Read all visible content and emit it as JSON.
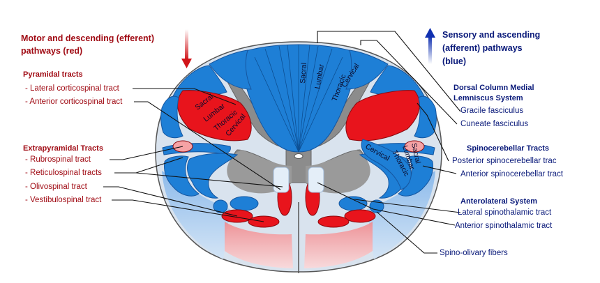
{
  "motor": {
    "title_line1": "Motor and descending (efferent)",
    "title_line2": "pathways   (red)",
    "pyramidal": {
      "heading": "Pyramidal tracts",
      "items": [
        "- Lateral corticospinal tract",
        "- Anterior corticospinal tract"
      ]
    },
    "extrapyramidal": {
      "heading": "Extrapyramidal Tracts",
      "items": [
        "- Rubrospinal tract",
        "- Reticulospinal tracts",
        "- Olivospinal tract",
        "- Vestibulospinal tract"
      ]
    }
  },
  "sensory": {
    "title_line1": "Sensory and ascending",
    "title_line2": "(afferent) pathways",
    "title_line3": "(blue)",
    "dorsal": {
      "heading_line1": "Dorsal Column Medial",
      "heading_line2": "Lemniscus System",
      "items": [
        "Gracile fasciculus",
        "Cuneate fasciculus"
      ]
    },
    "spinocerebellar": {
      "heading": "Spinocerebellar Tracts",
      "items": [
        "Posterior spinocerebellar trac",
        "Anterior spinocerebellar tract"
      ]
    },
    "anterolateral": {
      "heading": "Anterolateral System",
      "items": [
        "Lateral spinothalamic tract",
        "Anterior spinothalamic tract"
      ]
    },
    "spino_olivary": "Spino-olivary fibers"
  },
  "segments": {
    "dorsal": [
      "Sacral",
      "Lumbar",
      "Thoracic",
      "Cervical"
    ],
    "corticospinal": [
      "Sacral",
      "Lumbar",
      "Thoracic",
      "Cervical"
    ],
    "spinothalamic": [
      "Cervical",
      "Thoracic",
      "Lumbar",
      "Sacral"
    ]
  },
  "colors": {
    "motor": "#e8141c",
    "sensory": "#1e7fd6",
    "grey_matter": "#8c8c8c",
    "white_matter": "#d9e3ee",
    "label_red": "#a00b14",
    "label_blue": "#0a1a7a"
  }
}
